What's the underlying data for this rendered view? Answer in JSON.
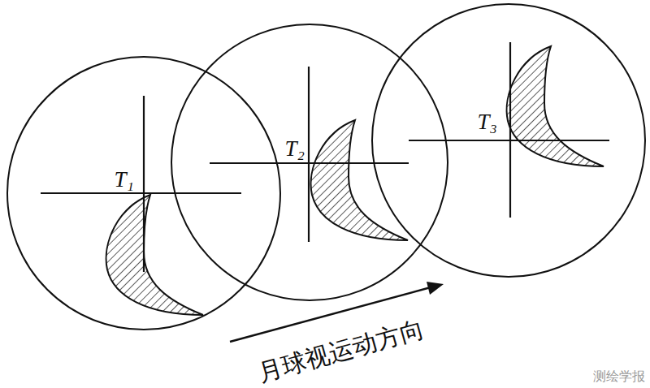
{
  "diagram": {
    "nodes": [
      {
        "text": [
          "T₁"
        ]
      },
      {
        "text": [
          "T₂"
        ]
      },
      {
        "text": [
          "T₃"
        ]
      }
    ],
    "labels": [
      "月球视运动方向",
      "测绘学报"
    ]
  }
}
